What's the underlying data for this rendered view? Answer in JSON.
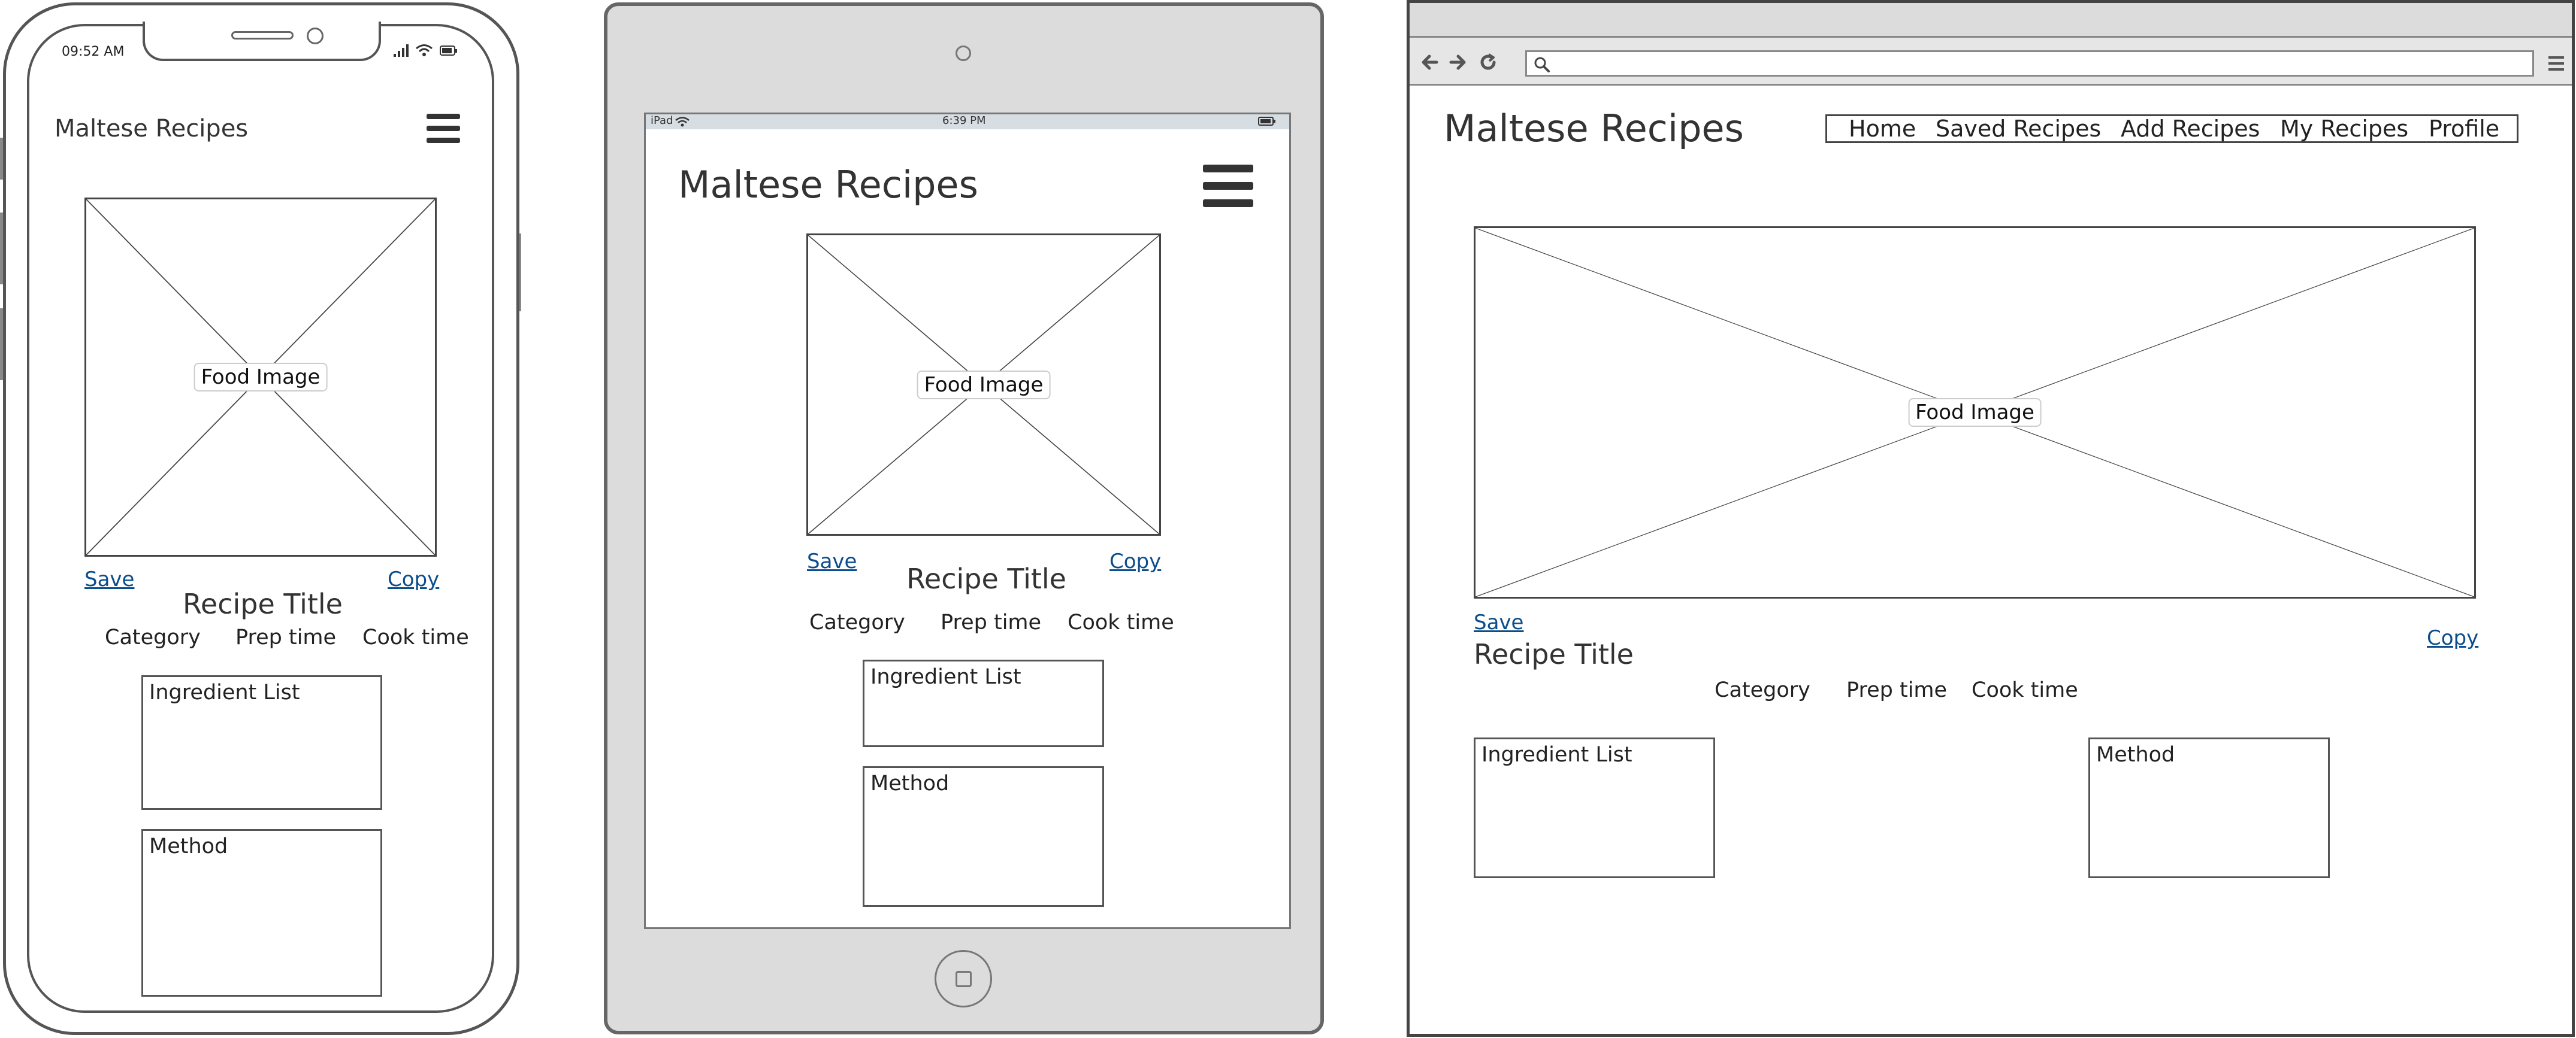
{
  "mobile": {
    "status_time": "09:52 AM",
    "app_title": "Maltese Recipes",
    "image_label": "Food Image",
    "save_label": "Save",
    "copy_label": "Copy",
    "recipe_title": "Recipe Title",
    "meta": [
      "Category",
      "Prep time",
      "Cook time"
    ],
    "ingredient_label": "Ingredient List",
    "method_label": "Method"
  },
  "tablet": {
    "status_device": "iPad",
    "status_time": "6:39 PM",
    "app_title": "Maltese Recipes",
    "image_label": "Food Image",
    "save_label": "Save",
    "copy_label": "Copy",
    "recipe_title": "Recipe Title",
    "meta": [
      "Category",
      "Prep time",
      "Cook time"
    ],
    "ingredient_label": "Ingredient List",
    "method_label": "Method"
  },
  "desktop": {
    "app_title": "Maltese Recipes",
    "nav": [
      "Home",
      "Saved Recipes",
      "Add Recipes",
      "My Recipes",
      "Profile"
    ],
    "image_label": "Food Image",
    "save_label": "Save",
    "copy_label": "Copy",
    "recipe_title": "Recipe Title",
    "meta": [
      "Category",
      "Prep time",
      "Cook time"
    ],
    "ingredient_label": "Ingredient List",
    "method_label": "Method"
  },
  "colors": {
    "link": "#0b4d8c",
    "frame": "#555555",
    "device_gray": "#dcdcdc"
  }
}
